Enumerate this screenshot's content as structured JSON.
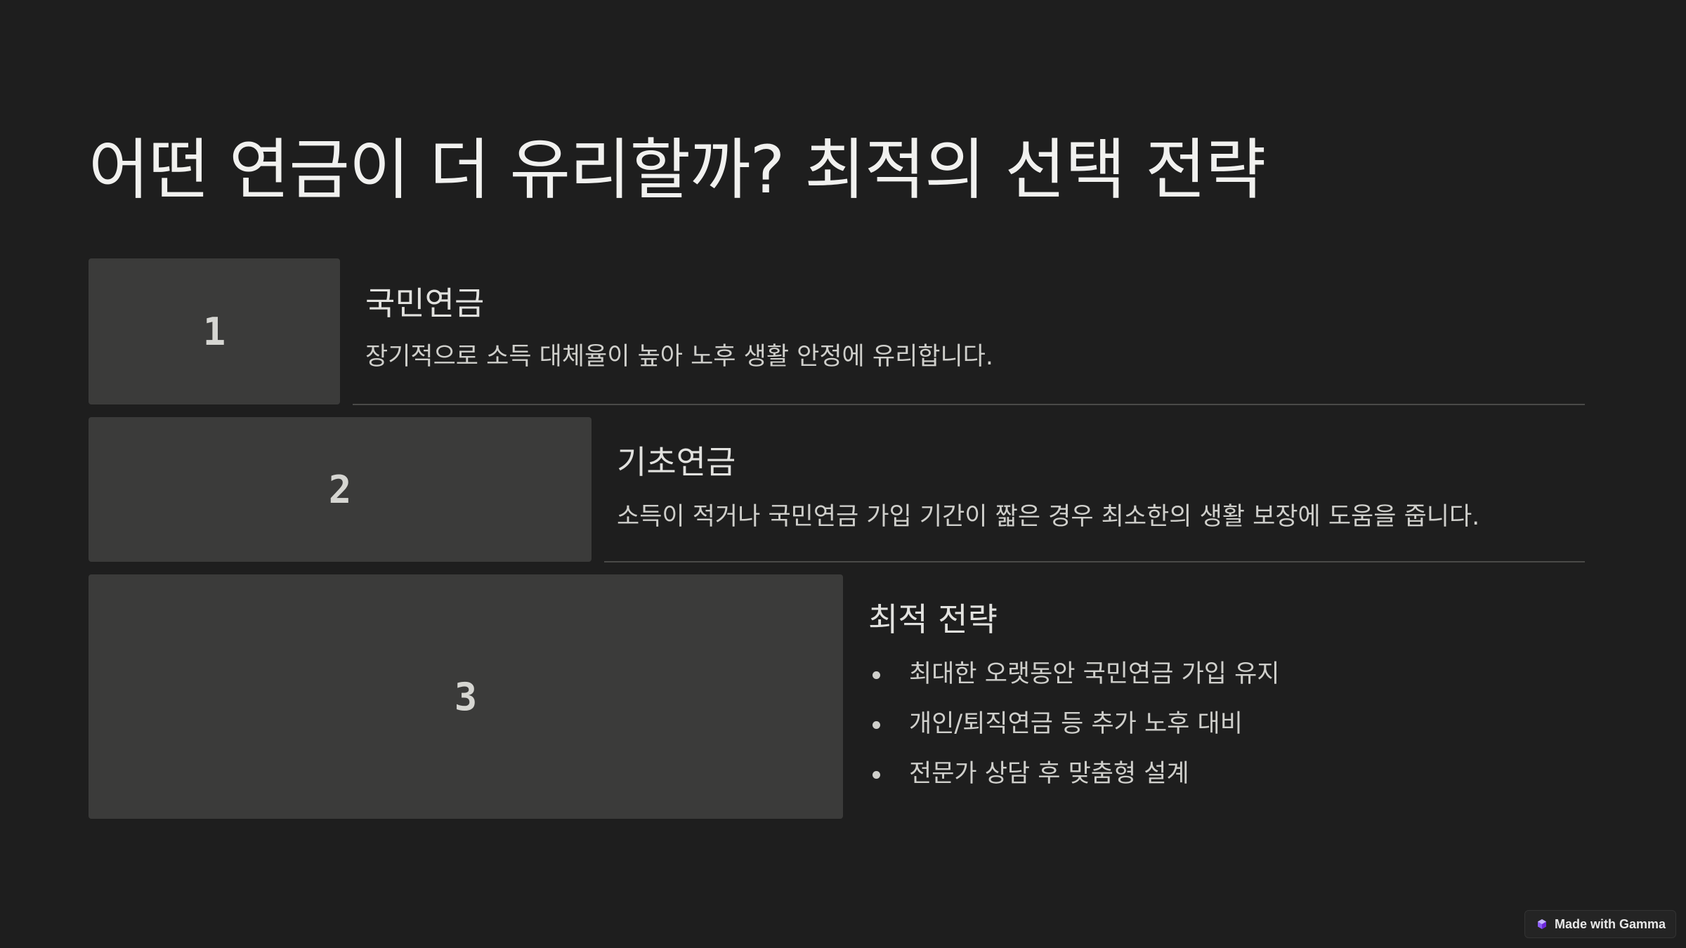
{
  "slide": {
    "title": "어떤 연금이 더 유리할까? 최적의 선택 전략",
    "steps": [
      {
        "number": "1",
        "heading": "국민연금",
        "description": "장기적으로 소득 대체율이 높아 노후 생활 안정에 유리합니다."
      },
      {
        "number": "2",
        "heading": "기초연금",
        "description": "소득이 적거나 국민연금 가입 기간이 짧은 경우 최소한의 생활 보장에 도움을 줍니다."
      },
      {
        "number": "3",
        "heading": "최적 전략",
        "bullets": [
          "최대한 오랫동안 국민연금 가입 유지",
          "개인/퇴직연금 등 추가 노후 대비",
          "전문가 상담 후 맞춤형 설계"
        ]
      }
    ]
  },
  "badge": {
    "label": "Made with Gamma",
    "icon": "gamma-logo-icon",
    "icon_color": "#8b5cf6"
  },
  "colors": {
    "background": "#1e1e1e",
    "box": "#3b3b3a",
    "text": "#e6e6e4",
    "divider": "#4a4a48"
  }
}
